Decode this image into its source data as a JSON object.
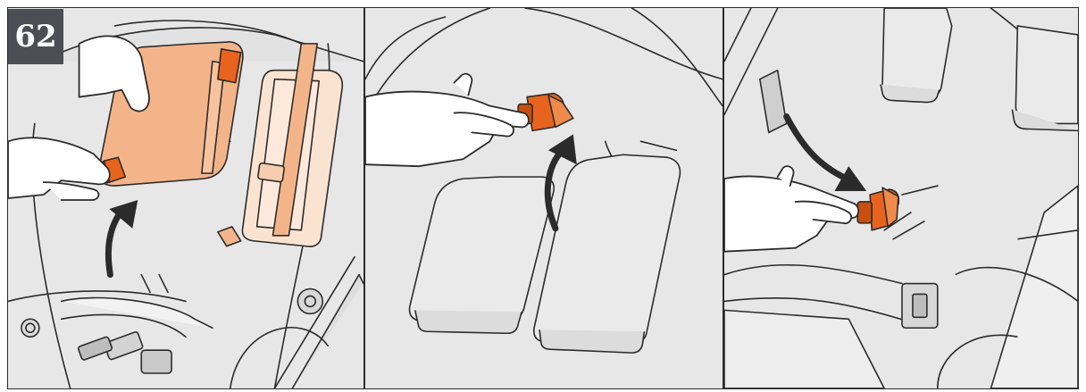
{
  "step": {
    "number": "62"
  },
  "panels": [
    {
      "id": "attach-pads"
    },
    {
      "id": "remove-clip"
    },
    {
      "id": "insert-clip"
    }
  ],
  "colors": {
    "accent": "#e8631e",
    "pad": "#f4b48a",
    "pad_light": "#fbe3d1",
    "background": "#e7e7e7",
    "arrow": "#2b2b2b",
    "badge": "#4b4f55"
  }
}
